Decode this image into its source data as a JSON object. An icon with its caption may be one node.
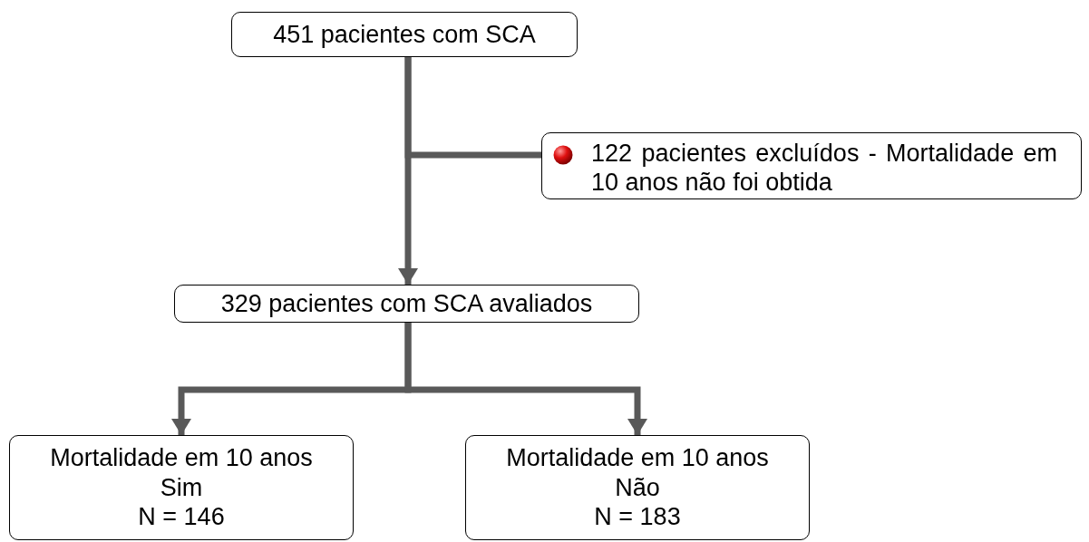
{
  "diagram": {
    "nodes": [
      {
        "text": [
          "451 pacientes com SCA"
        ]
      },
      {
        "text": [
          "122 pacientes excluídos - Mortalidade em 10 anos não foi obtida"
        ]
      },
      {
        "text": [
          "329 pacientes com SCA avaliados"
        ]
      },
      {
        "text": [
          "Mortalidade em 10 anos",
          "Sim",
          "N = 146"
        ]
      },
      {
        "text": [
          "Mortalidade em 10 anos",
          "Não",
          "N = 183"
        ]
      }
    ],
    "edges": [
      {
        "from": 0,
        "to": 2,
        "arrow": "to"
      },
      {
        "from": 0,
        "to": 1,
        "arrow": "none"
      },
      {
        "from": 2,
        "to": 3,
        "arrow": "to"
      },
      {
        "from": 2,
        "to": 4,
        "arrow": "to"
      }
    ]
  }
}
